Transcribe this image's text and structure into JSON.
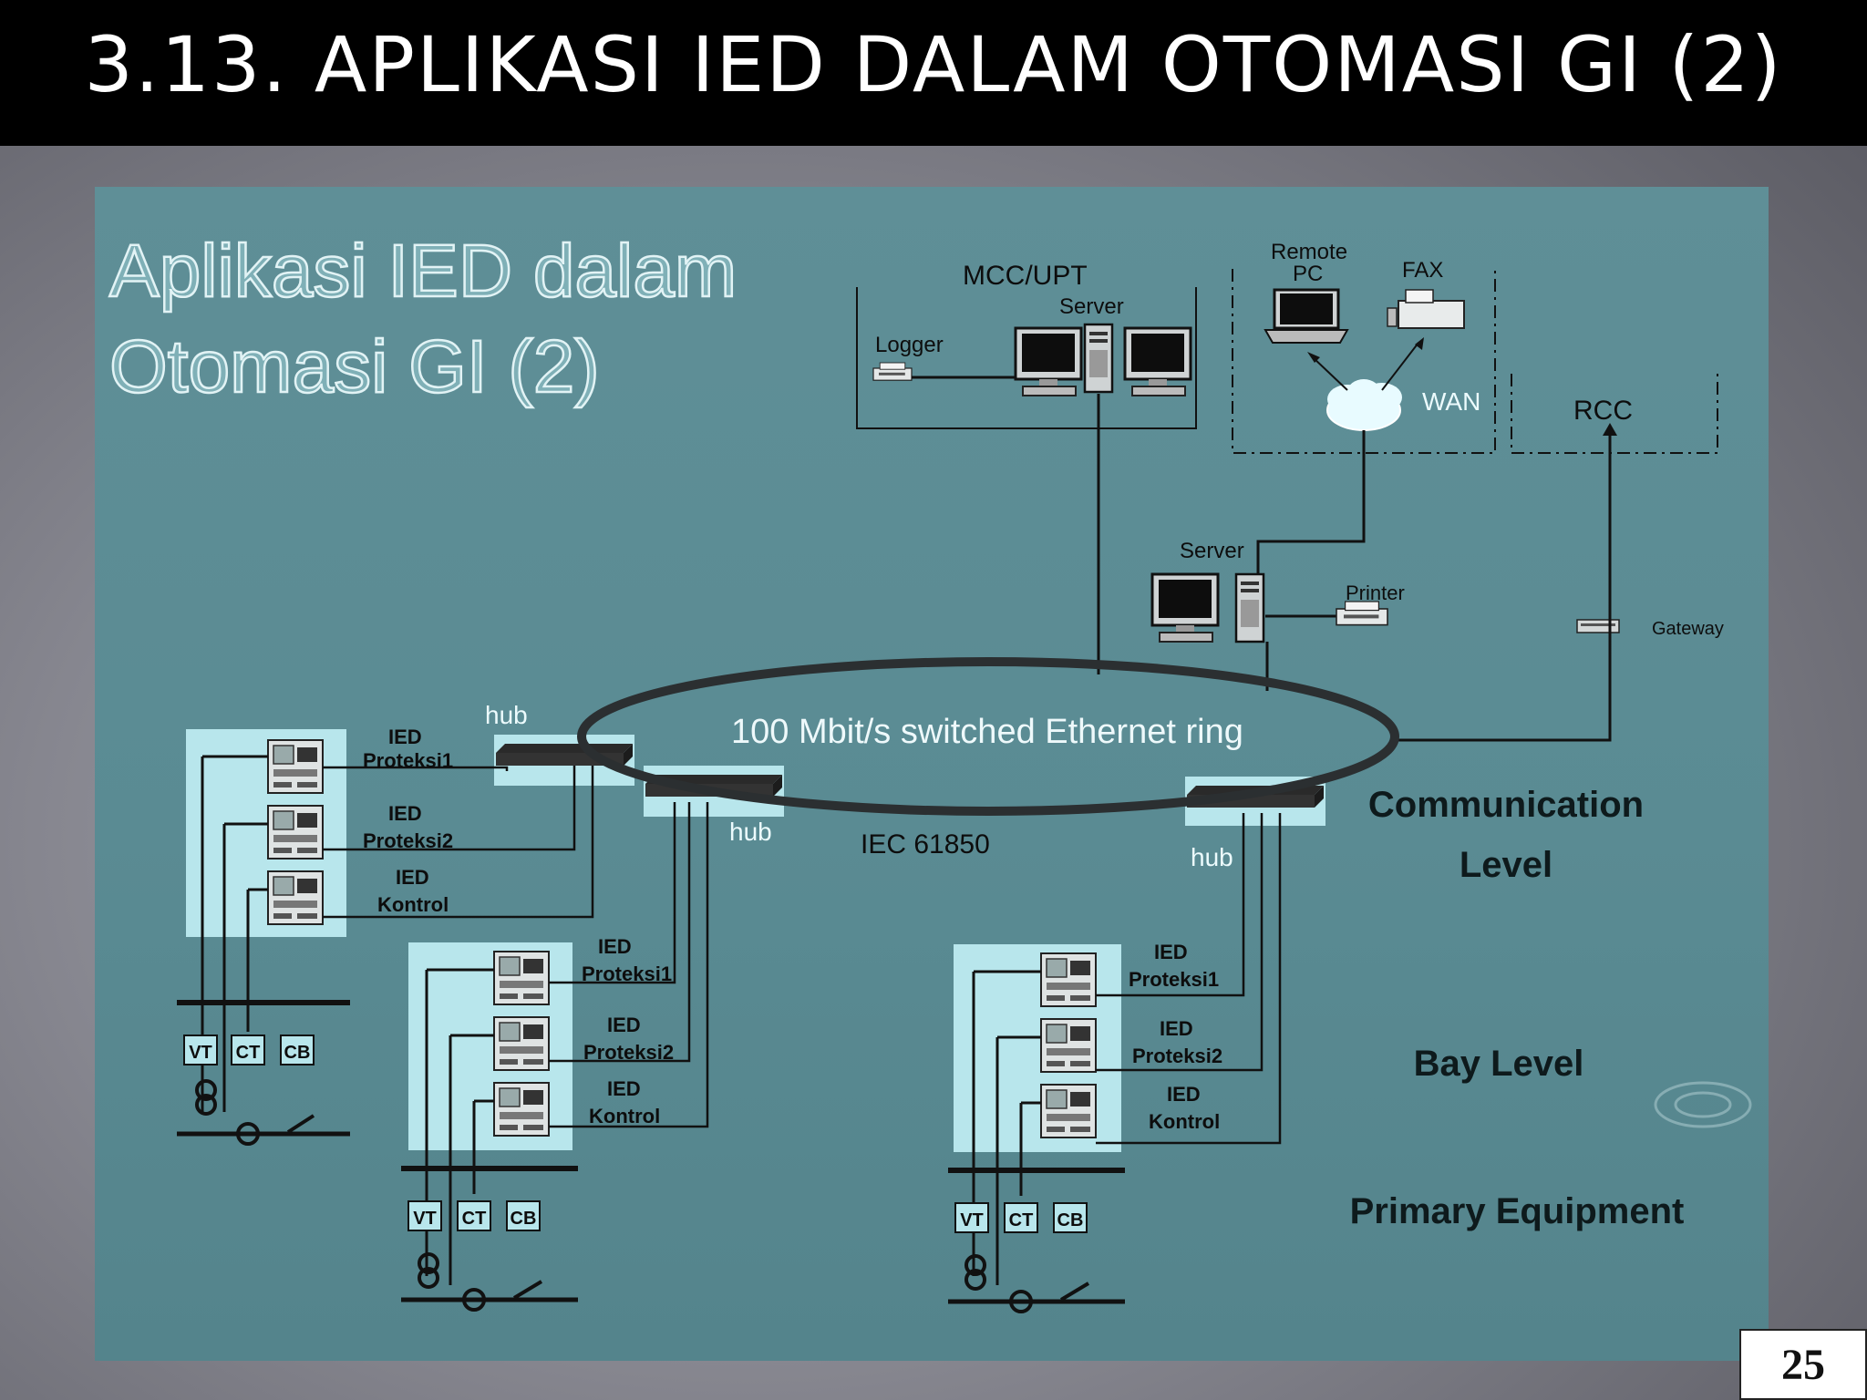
{
  "slide": {
    "title": "3.13. APLIKASI IED DALAM OTOMASI GI (2)",
    "page_number": "25"
  },
  "diagram": {
    "heading_line1": "Aplikasi IED dalam",
    "heading_line2": "Otomasi GI (2)",
    "control_center": {
      "mcc_label": "MCC/UPT",
      "server_label": "Server",
      "logger_label": "Logger"
    },
    "remote": {
      "remote_pc_line1": "Remote",
      "remote_pc_line2": "PC",
      "fax_label": "FAX",
      "wan_label": "WAN",
      "rcc_label": "RCC"
    },
    "station": {
      "server_label": "Server",
      "printer_label": "Printer",
      "gateway_label": "Gateway"
    },
    "network": {
      "ring_label": "100 Mbit/s switched Ethernet ring",
      "protocol_label": "IEC 61850",
      "hub_label": "hub"
    },
    "levels": {
      "communication_line1": "Communication",
      "communication_line2": "Level",
      "bay": "Bay Level",
      "primary": "Primary Equipment"
    },
    "bay_labels": {
      "ied": "IED",
      "proteksi1": "Proteksi1",
      "proteksi2": "Proteksi2",
      "kontrol": "Kontrol",
      "vt": "VT",
      "ct": "CT",
      "cb": "CB"
    },
    "colors": {
      "panel": "#5a8b93",
      "line": "#111111",
      "label_box": "#b8e6ec",
      "title_bar": "#000000"
    }
  }
}
